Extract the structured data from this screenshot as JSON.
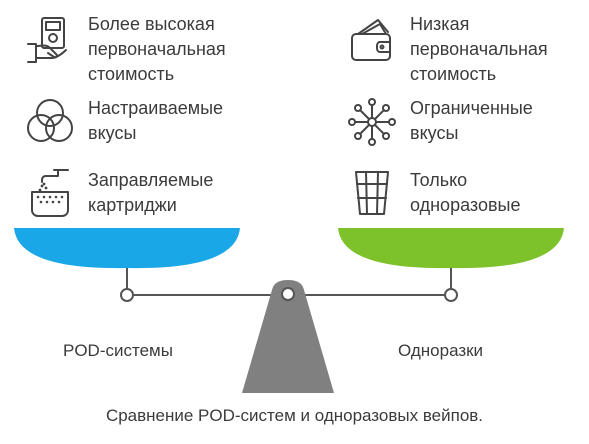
{
  "left": {
    "name": "POD-системы",
    "items": [
      {
        "icon": "money-hand-icon",
        "label": "Более высокая\nпервоначальная\nстоимость"
      },
      {
        "icon": "overlapping-circles-icon",
        "label": "Настраиваемые\nвкусы"
      },
      {
        "icon": "faucet-refill-icon",
        "label": "Заправляемые\nкартриджи"
      }
    ],
    "color": "#1aa7e8"
  },
  "right": {
    "name": "Одноразки",
    "items": [
      {
        "icon": "wallet-icon",
        "label": "Низкая\nпервоначальная\nстоимость"
      },
      {
        "icon": "network-nodes-icon",
        "label": "Ограниченные\nвкусы"
      },
      {
        "icon": "trash-bin-icon",
        "label": "Только\nодноразовые"
      }
    ],
    "color": "#7dc12b"
  },
  "caption": "Сравнение POD-систем и одноразовых вейпов."
}
